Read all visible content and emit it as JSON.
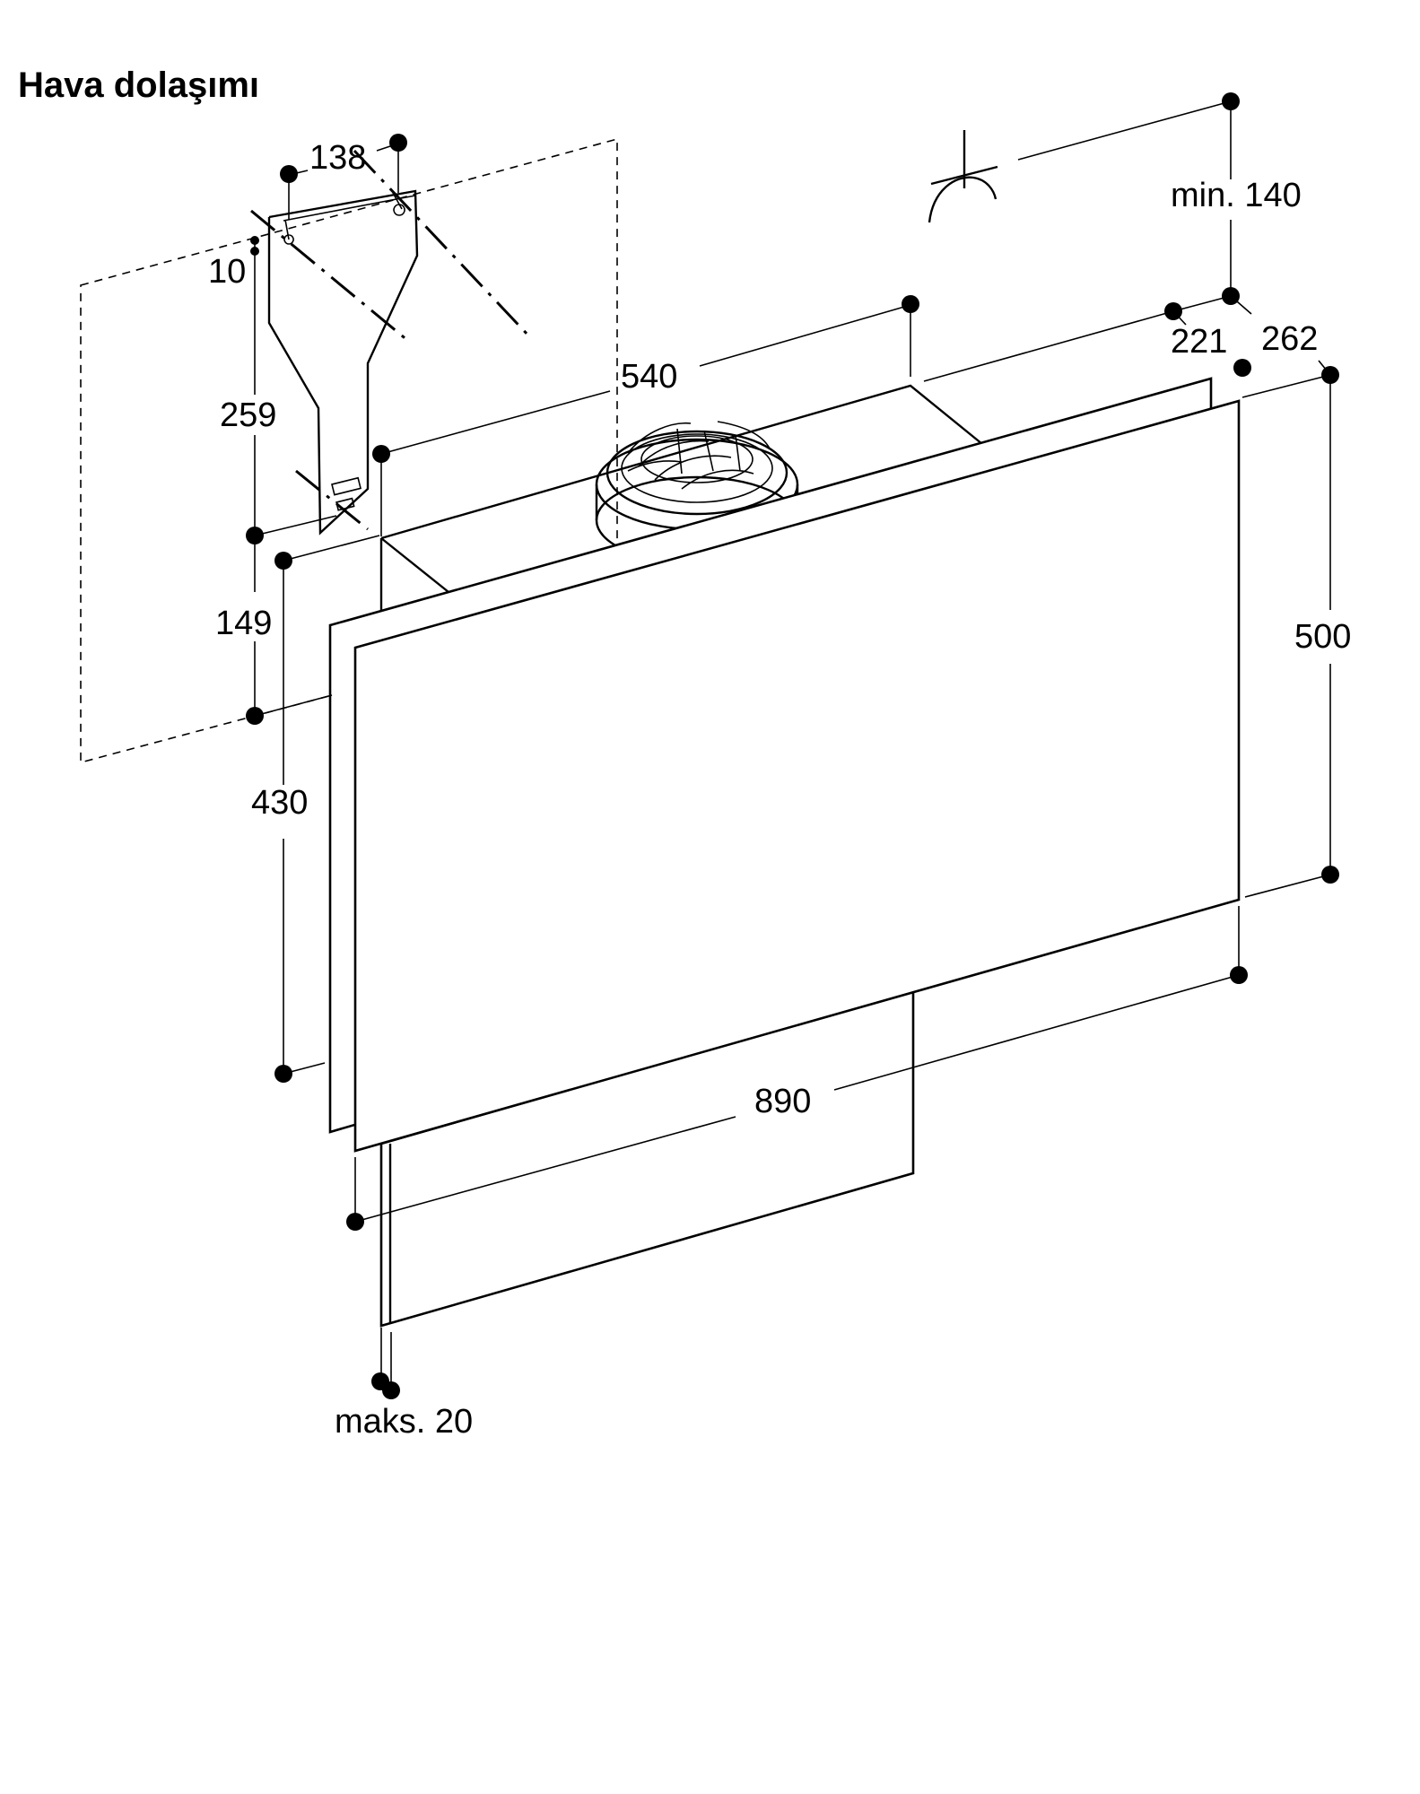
{
  "title": "Hava dolaşımı",
  "dimensions": {
    "bracket_width": "138",
    "bracket_offset": "10",
    "bracket_height": "259",
    "bracket_to_top": "149",
    "depth_top": "540",
    "min_height": "min. 140",
    "depth_221": "221",
    "depth_262": "262",
    "panel_height": "500",
    "side_height": "430",
    "width": "890",
    "max_offset": "maks. 20"
  }
}
